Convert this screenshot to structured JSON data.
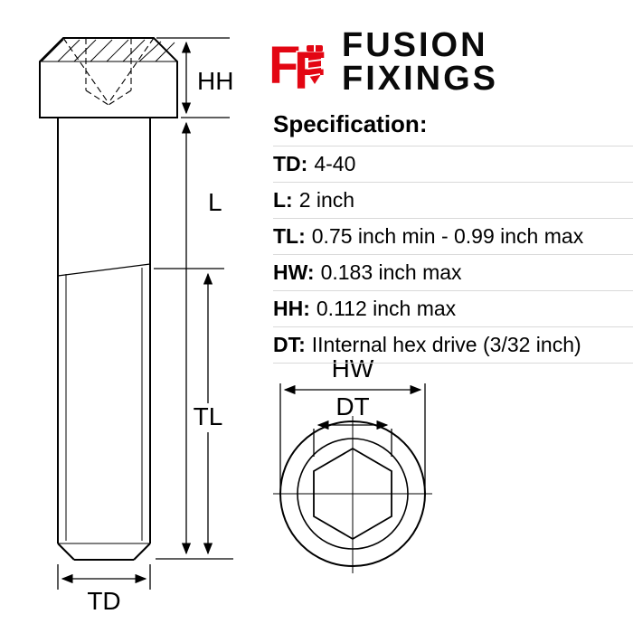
{
  "brand": {
    "monogram_letters": [
      "F",
      "F"
    ],
    "name_line1": "FUSION",
    "name_line2": "FIXINGS"
  },
  "specification": {
    "title": "Specification:",
    "rows": [
      {
        "label": "TD:",
        "value": "4-40"
      },
      {
        "label": "L:",
        "value": "2 inch"
      },
      {
        "label": "TL:",
        "value": "0.75 inch min - 0.99 inch max"
      },
      {
        "label": "HW:",
        "value": "0.183 inch max"
      },
      {
        "label": "HH:",
        "value": "0.112 inch max"
      },
      {
        "label": "DT:",
        "value": "IInternal hex drive (3/32 inch)"
      }
    ]
  },
  "diagram": {
    "side_view_labels": {
      "head_height": "HH",
      "length": "L",
      "thread_length": "TL",
      "thread_diameter": "TD"
    },
    "top_view_labels": {
      "head_width": "HW",
      "drive": "DT"
    }
  },
  "colors": {
    "accent_red": "#e30613",
    "line": "#000000",
    "separator": "#d9d9d9",
    "background": "#ffffff"
  }
}
